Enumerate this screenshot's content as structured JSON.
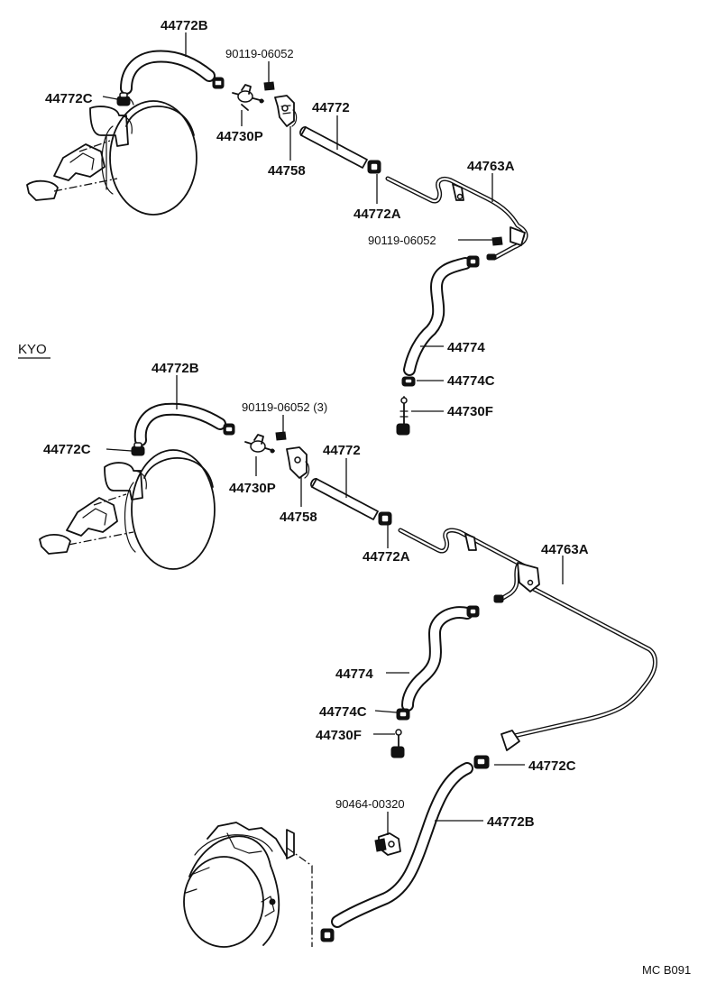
{
  "upper": {
    "labels": {
      "hose_top": "44772B",
      "clamp_left": "44772C",
      "bolt": "90119-06052",
      "check_valve": "44730P",
      "bracket": "44758",
      "hose_straight": "44772",
      "clamp_right": "44772A",
      "pipe": "44763A",
      "bolt_pipe": "90119-06052",
      "hose_lower": "44774",
      "clamp_lower": "44774C",
      "valve_lower": "44730F"
    }
  },
  "section_label": "KYO",
  "lower": {
    "labels": {
      "hose_top": "44772B",
      "clamp_left": "44772C",
      "bolt": "90119-06052  (3)",
      "check_valve": "44730P",
      "bracket": "44758",
      "hose_straight": "44772",
      "clamp_right": "44772A",
      "pipe": "44763A",
      "hose_lower": "44774",
      "clamp_lower": "44774C",
      "valve_lower": "44730F",
      "clamp_pump": "44772C",
      "bolt_pump": "90464-00320",
      "hose_pump": "44772B"
    }
  },
  "figure_code": "MC B091"
}
